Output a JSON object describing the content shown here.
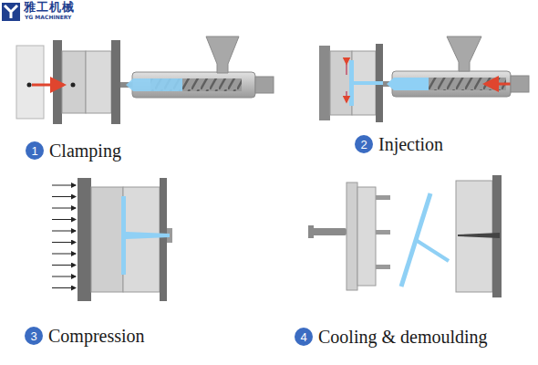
{
  "diagram": {
    "nodes": [
      {
        "text": [
          "1",
          "Clamping"
        ]
      },
      {
        "text": [
          "2",
          "Injection"
        ]
      },
      {
        "text": [
          "3",
          "Compression"
        ]
      },
      {
        "text": [
          "4",
          "Cooling & demoulding"
        ]
      }
    ],
    "labels": [
      "雅工机械",
      "YG MACHINERY"
    ]
  }
}
